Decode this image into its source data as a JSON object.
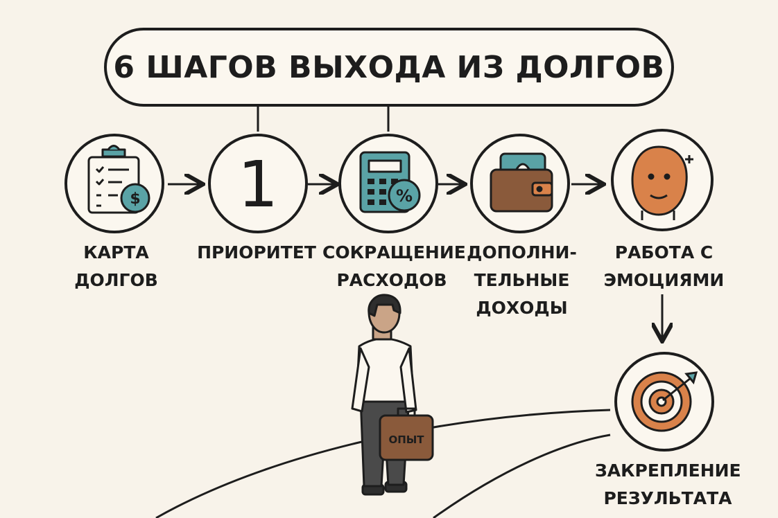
{
  "title": "6 ШАГОВ ВЫХОДА ИЗ ДОЛГОВ",
  "steps": [
    {
      "label": "КАРТА\nДОЛГОВ",
      "icon": "clipboard-dollar-icon"
    },
    {
      "label": "ПРИОРИТЕТ",
      "icon": "number-one-icon",
      "number": "1"
    },
    {
      "label": "СОКРАЩЕНИЕ\nРАСХОДОВ",
      "icon": "calculator-percent-icon"
    },
    {
      "label": "ДОПОЛНИ-\nТЕЛЬНЫЕ\nДОХОДЫ",
      "icon": "wallet-icon"
    },
    {
      "label": "РАБОТА С\nЭМОЦИЯМИ",
      "icon": "face-icon"
    },
    {
      "label": "ЗАКРЕПЛЕНИЕ\nРЕЗУЛЬТАТА",
      "icon": "target-icon"
    }
  ],
  "briefcase_label": "ОПЫТ",
  "colors": {
    "background": "#f8f3ea",
    "ink": "#1d1d1d",
    "teal": "#5aa3a6",
    "orange": "#d9824a",
    "brown": "#8a5a3b"
  }
}
